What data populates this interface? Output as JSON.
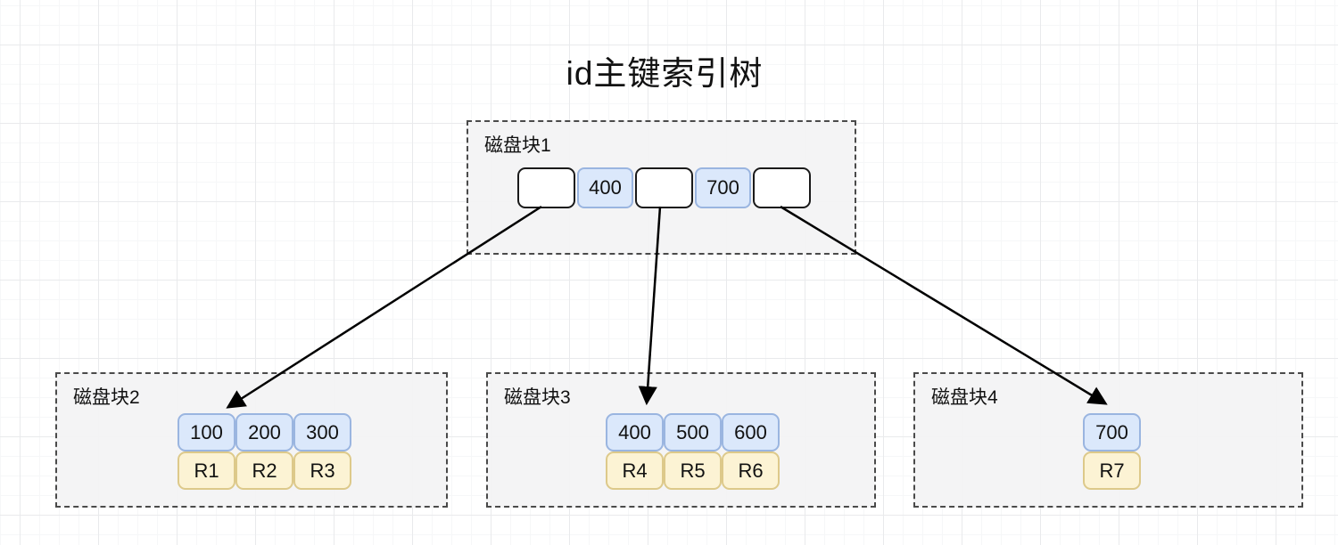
{
  "title": "id主键索引树",
  "root_block": {
    "label": "磁盘块1",
    "keys": [
      "400",
      "700"
    ]
  },
  "leaf_blocks": [
    {
      "label": "磁盘块2",
      "keys": [
        "100",
        "200",
        "300"
      ],
      "records": [
        "R1",
        "R2",
        "R3"
      ]
    },
    {
      "label": "磁盘块3",
      "keys": [
        "400",
        "500",
        "600"
      ],
      "records": [
        "R4",
        "R5",
        "R6"
      ]
    },
    {
      "label": "磁盘块4",
      "keys": [
        "700"
      ],
      "records": [
        "R7"
      ]
    }
  ],
  "arrows": [
    {
      "from": "disk-block-1.pointer-1",
      "to": "disk-block-2"
    },
    {
      "from": "disk-block-1.pointer-2",
      "to": "disk-block-3"
    },
    {
      "from": "disk-block-1.pointer-3",
      "to": "disk-block-4"
    }
  ],
  "colors": {
    "key_cell_fill": "#dbe8fb",
    "key_cell_border": "#9ab5e0",
    "record_cell_fill": "#fcf3d4",
    "record_cell_border": "#ddc98a",
    "pointer_cell_fill": "#ffffff",
    "pointer_cell_border": "#1a1a1a",
    "block_fill": "#f3f3f4",
    "block_border": "#4a4a4a",
    "arrow": "#000000",
    "text": "#111111"
  }
}
